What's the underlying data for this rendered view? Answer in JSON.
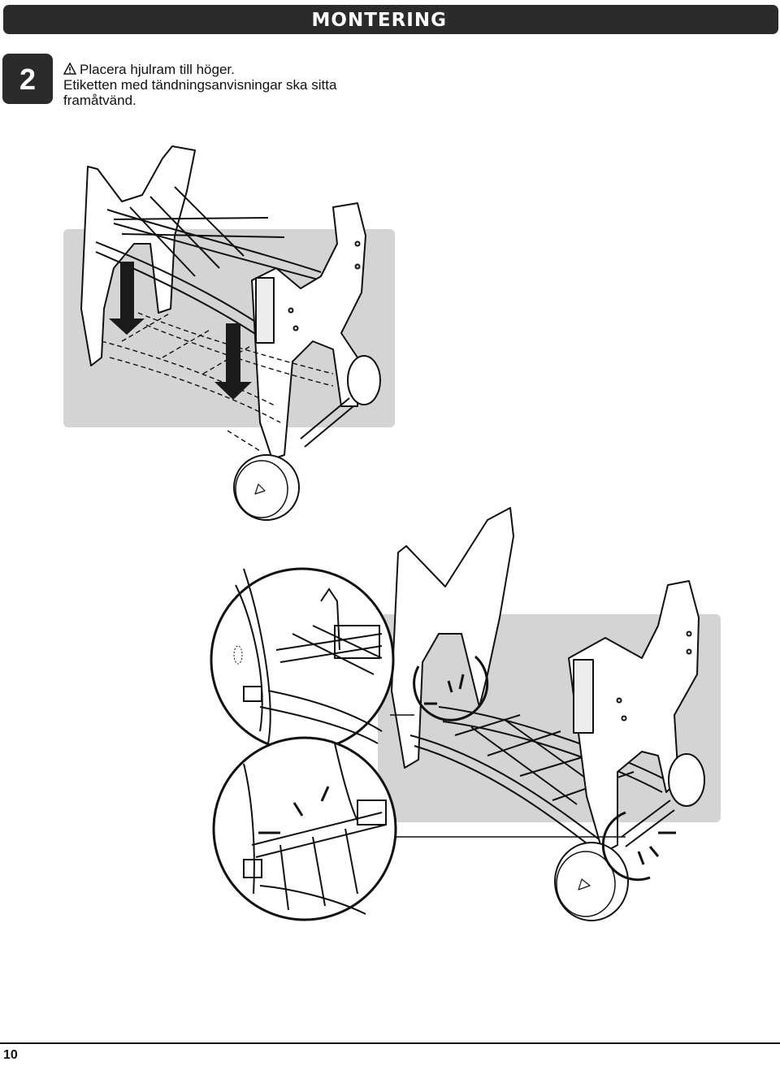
{
  "header": {
    "title": "MONTERING"
  },
  "step": {
    "number": "2"
  },
  "instructions": {
    "line1": "Placera hjulram till höger.",
    "line2": "Etiketten med tändningsanvisningar ska sitta",
    "line3": "framåtvänd."
  },
  "icons": {
    "warning": "warning-triangle-icon"
  },
  "footer": {
    "page_number": "10"
  }
}
